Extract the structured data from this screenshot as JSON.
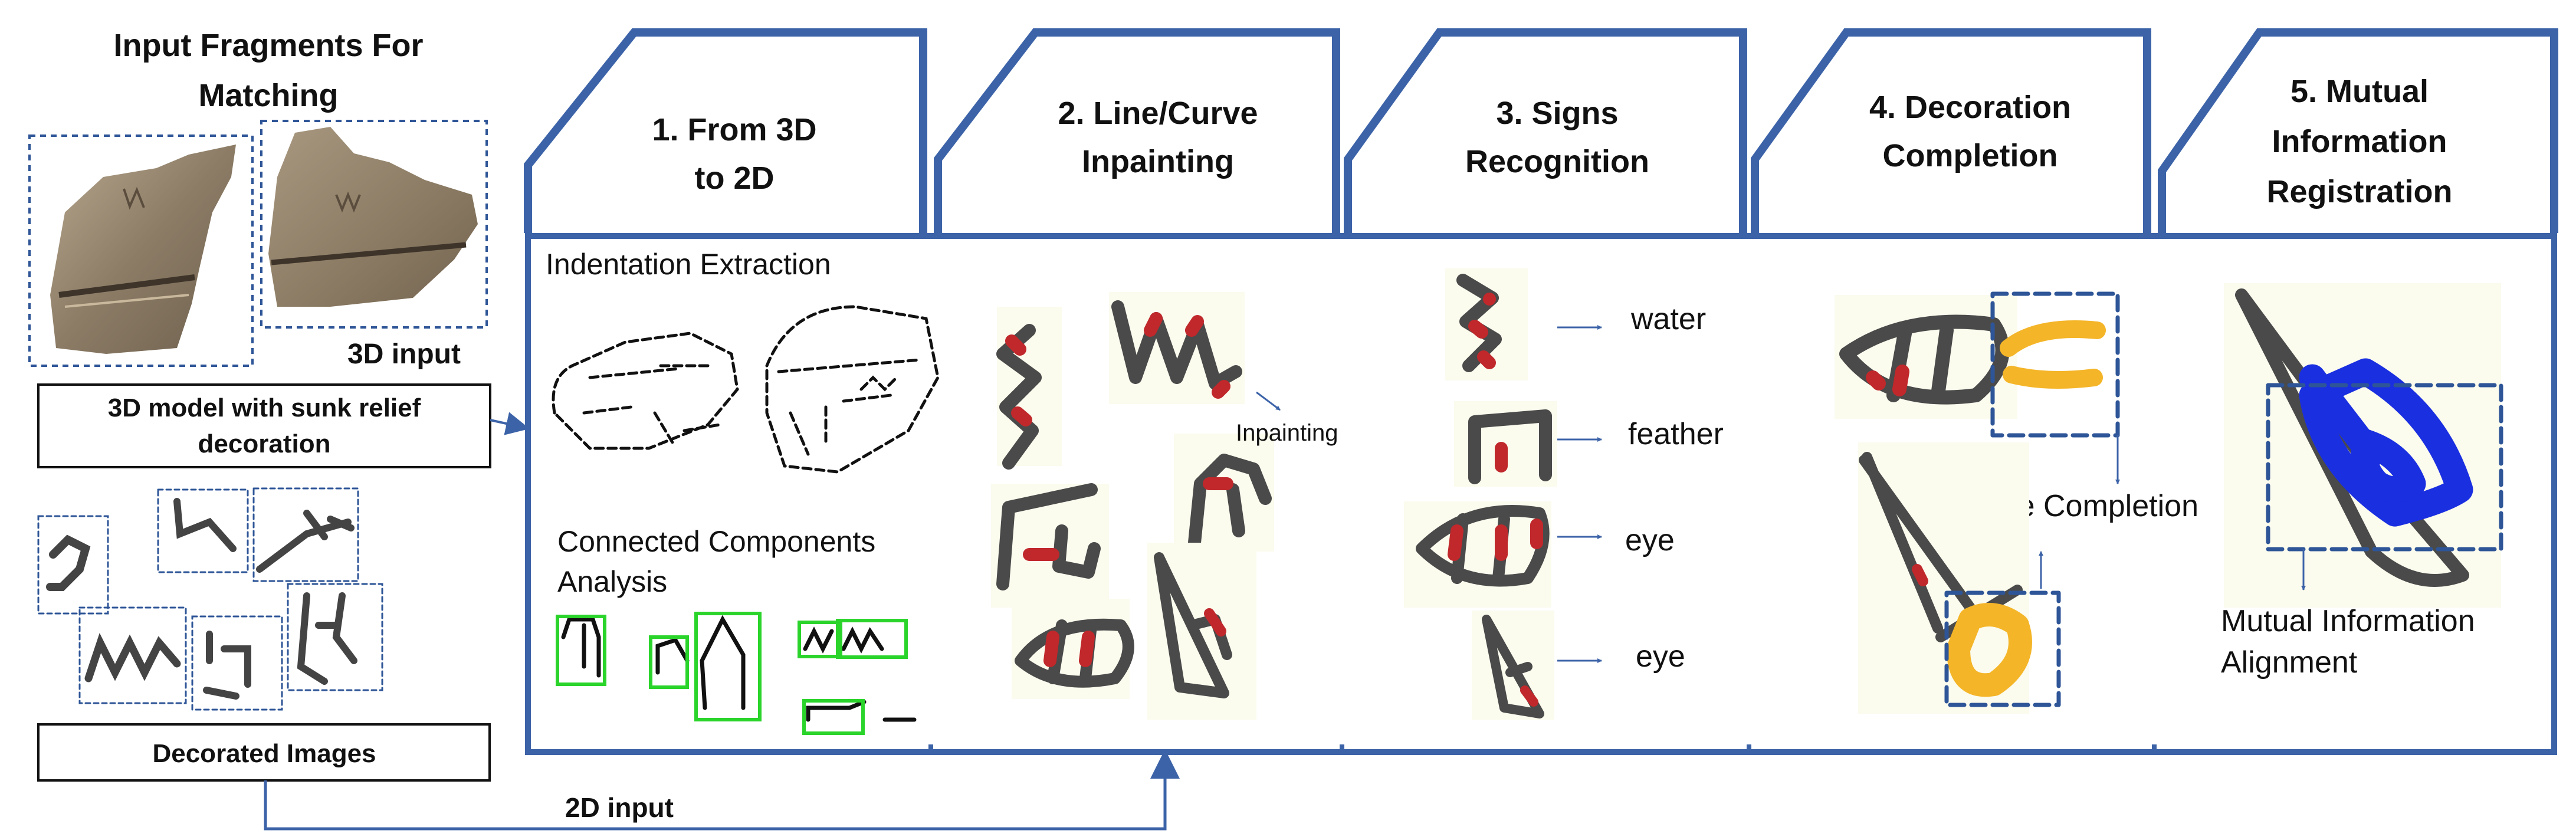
{
  "input": {
    "title_line1": "Input Fragments For",
    "title_line2": "Matching",
    "label_3d_input": "3D input",
    "box_3d_model_line1": "3D model with sunk relief",
    "box_3d_model_line2": "decoration",
    "box_decorated_images": "Decorated Images",
    "label_2d_input": "2D input"
  },
  "stages": [
    {
      "num": "1.",
      "lines": [
        "1. From 3D",
        "to 2D"
      ]
    },
    {
      "num": "2.",
      "lines": [
        "2. Line/Curve",
        "Inpainting"
      ]
    },
    {
      "num": "3.",
      "lines": [
        "3. Signs",
        "Recognition"
      ]
    },
    {
      "num": "4.",
      "lines": [
        "4. Decoration",
        "Completion"
      ]
    },
    {
      "num": "5.",
      "lines": [
        "5. Mutual",
        "Information",
        "Registration"
      ]
    }
  ],
  "step1": {
    "indentation_label": "Indentation Extraction",
    "cca_line1": "Connected Components",
    "cca_line2": "Analysis"
  },
  "step2": {
    "inpainting_label": "Inpainting"
  },
  "step3": {
    "signs": [
      "water",
      "feather",
      "eye",
      "eye"
    ]
  },
  "step4": {
    "completion_label": "Image Completion"
  },
  "step5": {
    "alignment_line1": "Mutual Information",
    "alignment_line2": "Alignment"
  },
  "colors": {
    "frame_blue": "#3c63a8",
    "dashed_blue": "#2e5597",
    "glyph_gray": "#4a4a4a",
    "glyph_red": "#c0282b",
    "completion_orange": "#f4b528",
    "registration_blue": "#1a2fe0",
    "cc_green": "#2bd42b",
    "fragment_brown": "#8a7b66"
  }
}
